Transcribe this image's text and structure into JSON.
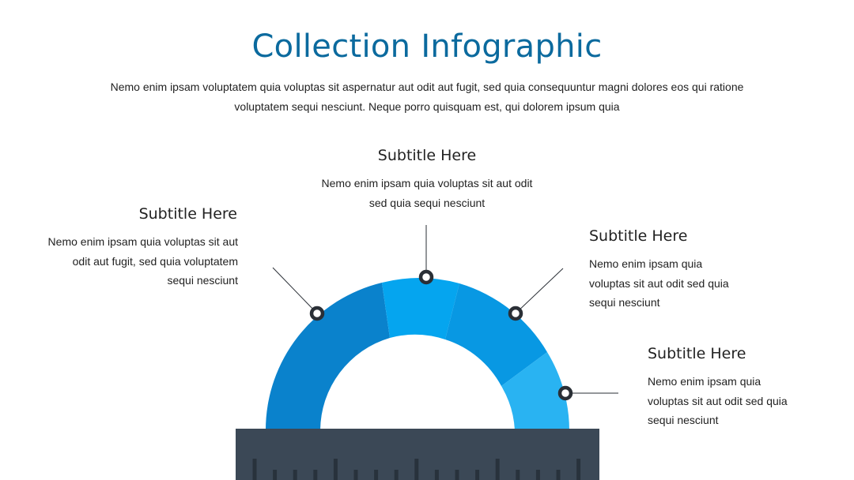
{
  "title": "Collection Infographic",
  "intro": "Nemo enim ipsam voluptatem quia voluptas sit aspernatur aut odit aut fugit, sed quia consequuntur magni dolores eos qui ratione voluptatem sequi nesciunt. Neque porro quisquam est, qui dolorem ipsum quia",
  "colors": {
    "title": "#0b6a9e",
    "segment_1": "#0a82cc",
    "segment_2": "#05a5ef",
    "segment_3": "#0898e3",
    "segment_4": "#29b3f2",
    "base": "#3b4856",
    "tick": "#28323c",
    "marker": "#2a2f36"
  },
  "items": [
    {
      "subtitle": "Subtitle Here",
      "text_lines": [
        "Nemo enim ipsam quia voluptas sit aut",
        "odit aut fugit, sed quia voluptatem",
        "sequi nesciunt"
      ]
    },
    {
      "subtitle": "Subtitle Here",
      "text_lines": [
        "Nemo enim ipsam quia voluptas sit aut odit",
        "sed quia sequi nesciunt"
      ]
    },
    {
      "subtitle": "Subtitle Here",
      "text_lines": [
        "Nemo enim ipsam quia",
        "voluptas sit aut odit sed quia",
        "sequi nesciunt"
      ]
    },
    {
      "subtitle": "Subtitle Here",
      "text_lines": [
        "Nemo enim ipsam quia",
        "voluptas sit aut odit sed quia",
        "sequi nesciunt"
      ]
    }
  ]
}
